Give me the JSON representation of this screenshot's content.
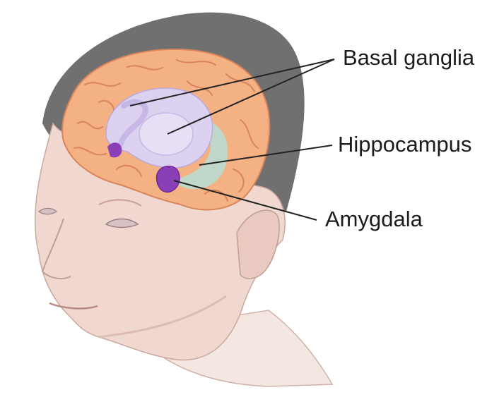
{
  "labels": {
    "basal_ganglia": "Basal ganglia",
    "hippocampus": "Hippocampus",
    "amygdala": "Amygdala"
  },
  "colors": {
    "background": "#ffffff",
    "hair": "#6f6f6f",
    "skin": "#f0d8d0",
    "skin_shadow": "#d9b8ae",
    "brain_cortex": "#f4b184",
    "brain_gyri_line": "#d9845a",
    "basal_ganglia": "#dcd2f0",
    "amygdala": "#8a3fb6",
    "hippocampus": "#b9ddd2",
    "leader_line": "#222222",
    "label_text": "#1c1c1c"
  }
}
